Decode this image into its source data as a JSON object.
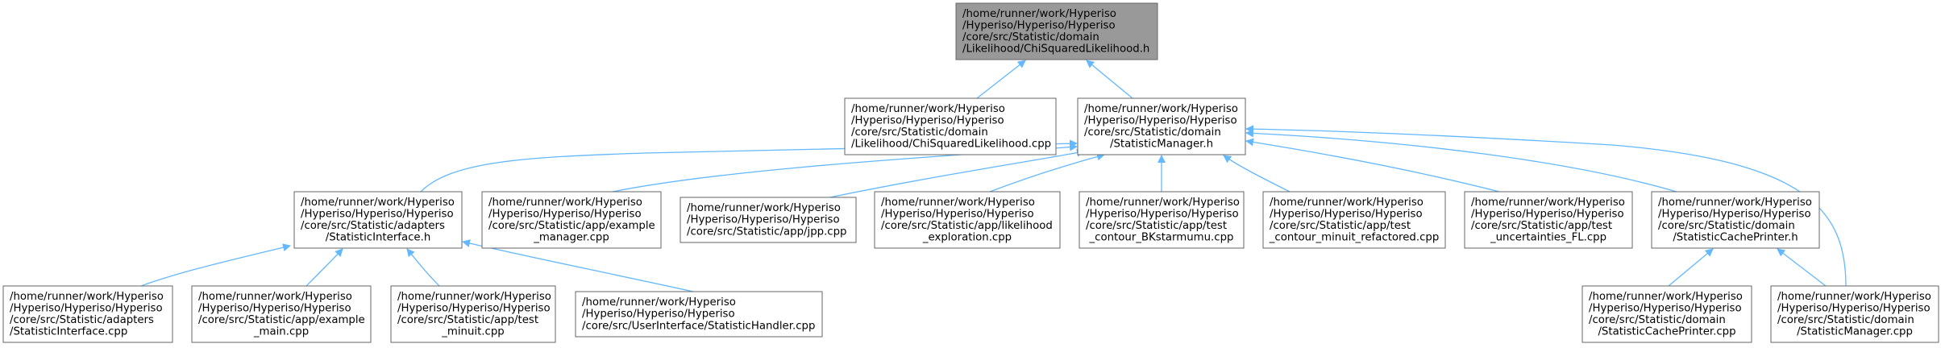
{
  "colors": {
    "edge": "#63b8ff",
    "node_border": "#666666",
    "node_fill": "#ffffff",
    "focus_fill": "#999999",
    "text": "#000000"
  },
  "nodes": {
    "root": {
      "lines": [
        "/home/runner/work/Hyperiso",
        "/Hyperiso/Hyperiso/Hyperiso",
        "/core/src/Statistic/domain",
        "/Likelihood/ChiSquaredLikelihood.h"
      ],
      "align": "left",
      "focus": true
    },
    "chisq_cpp": {
      "lines": [
        "/home/runner/work/Hyperiso",
        "/Hyperiso/Hyperiso/Hyperiso",
        "/core/src/Statistic/domain",
        "/Likelihood/ChiSquaredLikelihood.cpp"
      ],
      "align": "left"
    },
    "statmgr_h": {
      "lines": [
        "/home/runner/work/Hyperiso",
        "/Hyperiso/Hyperiso/Hyperiso",
        "/core/src/Statistic/domain",
        "/StatisticManager.h"
      ],
      "align": "mixed"
    },
    "statint_h": {
      "lines": [
        "/home/runner/work/Hyperiso",
        "/Hyperiso/Hyperiso/Hyperiso",
        "/core/src/Statistic/adapters",
        "/StatisticInterface.h"
      ],
      "align": "mixed"
    },
    "example_manager": {
      "lines": [
        "/home/runner/work/Hyperiso",
        "/Hyperiso/Hyperiso/Hyperiso",
        "/core/src/Statistic/app/example",
        "_manager.cpp"
      ],
      "align": "mixed"
    },
    "jpp": {
      "lines": [
        "/home/runner/work/Hyperiso",
        "/Hyperiso/Hyperiso/Hyperiso",
        "/core/src/Statistic/app/jpp.cpp"
      ],
      "align": "left"
    },
    "likelihood_exp": {
      "lines": [
        "/home/runner/work/Hyperiso",
        "/Hyperiso/Hyperiso/Hyperiso",
        "/core/src/Statistic/app/likelihood",
        "_exploration.cpp"
      ],
      "align": "mixed"
    },
    "test_contour_bk": {
      "lines": [
        "/home/runner/work/Hyperiso",
        "/Hyperiso/Hyperiso/Hyperiso",
        "/core/src/Statistic/app/test",
        "_contour_BKstarmumu.cpp"
      ],
      "align": "mixed"
    },
    "test_contour_minuit": {
      "lines": [
        "/home/runner/work/Hyperiso",
        "/Hyperiso/Hyperiso/Hyperiso",
        "/core/src/Statistic/app/test",
        "_contour_minuit_refactored.cpp"
      ],
      "align": "mixed"
    },
    "test_uncert": {
      "lines": [
        "/home/runner/work/Hyperiso",
        "/Hyperiso/Hyperiso/Hyperiso",
        "/core/src/Statistic/app/test",
        "_uncertainties_FL.cpp"
      ],
      "align": "mixed"
    },
    "cache_printer_h": {
      "lines": [
        "/home/runner/work/Hyperiso",
        "/Hyperiso/Hyperiso/Hyperiso",
        "/core/src/Statistic/domain",
        "/StatisticCachePrinter.h"
      ],
      "align": "mixed"
    },
    "statint_cpp": {
      "lines": [
        "/home/runner/work/Hyperiso",
        "/Hyperiso/Hyperiso/Hyperiso",
        "/core/src/Statistic/adapters",
        "/StatisticInterface.cpp"
      ],
      "align": "left"
    },
    "example_main": {
      "lines": [
        "/home/runner/work/Hyperiso",
        "/Hyperiso/Hyperiso/Hyperiso",
        "/core/src/Statistic/app/example",
        "_main.cpp"
      ],
      "align": "mixed"
    },
    "test_minuit": {
      "lines": [
        "/home/runner/work/Hyperiso",
        "/Hyperiso/Hyperiso/Hyperiso",
        "/core/src/Statistic/app/test",
        "_minuit.cpp"
      ],
      "align": "mixed"
    },
    "stat_handler": {
      "lines": [
        "/home/runner/work/Hyperiso",
        "/Hyperiso/Hyperiso/Hyperiso",
        "/core/src/UserInterface/StatisticHandler.cpp"
      ],
      "align": "left"
    },
    "cache_printer_cpp": {
      "lines": [
        "/home/runner/work/Hyperiso",
        "/Hyperiso/Hyperiso/Hyperiso",
        "/core/src/Statistic/domain",
        "/StatisticCachePrinter.cpp"
      ],
      "align": "mixed"
    },
    "statmgr_cpp": {
      "lines": [
        "/home/runner/work/Hyperiso",
        "/Hyperiso/Hyperiso/Hyperiso",
        "/core/src/Statistic/domain",
        "/StatisticManager.cpp"
      ],
      "align": "mixed"
    }
  },
  "edges": [
    [
      "chisq_cpp",
      "root"
    ],
    [
      "statmgr_h",
      "root"
    ],
    [
      "statint_h",
      "statmgr_h"
    ],
    [
      "example_manager",
      "statmgr_h"
    ],
    [
      "jpp",
      "statmgr_h"
    ],
    [
      "likelihood_exp",
      "statmgr_h"
    ],
    [
      "test_contour_bk",
      "statmgr_h"
    ],
    [
      "test_contour_minuit",
      "statmgr_h"
    ],
    [
      "test_uncert",
      "statmgr_h"
    ],
    [
      "cache_printer_h",
      "statmgr_h"
    ],
    [
      "statmgr_cpp",
      "statmgr_h"
    ],
    [
      "statint_cpp",
      "statint_h"
    ],
    [
      "example_main",
      "statint_h"
    ],
    [
      "test_minuit",
      "statint_h"
    ],
    [
      "stat_handler",
      "statint_h"
    ],
    [
      "cache_printer_cpp",
      "cache_printer_h"
    ],
    [
      "statmgr_cpp",
      "cache_printer_h"
    ]
  ]
}
